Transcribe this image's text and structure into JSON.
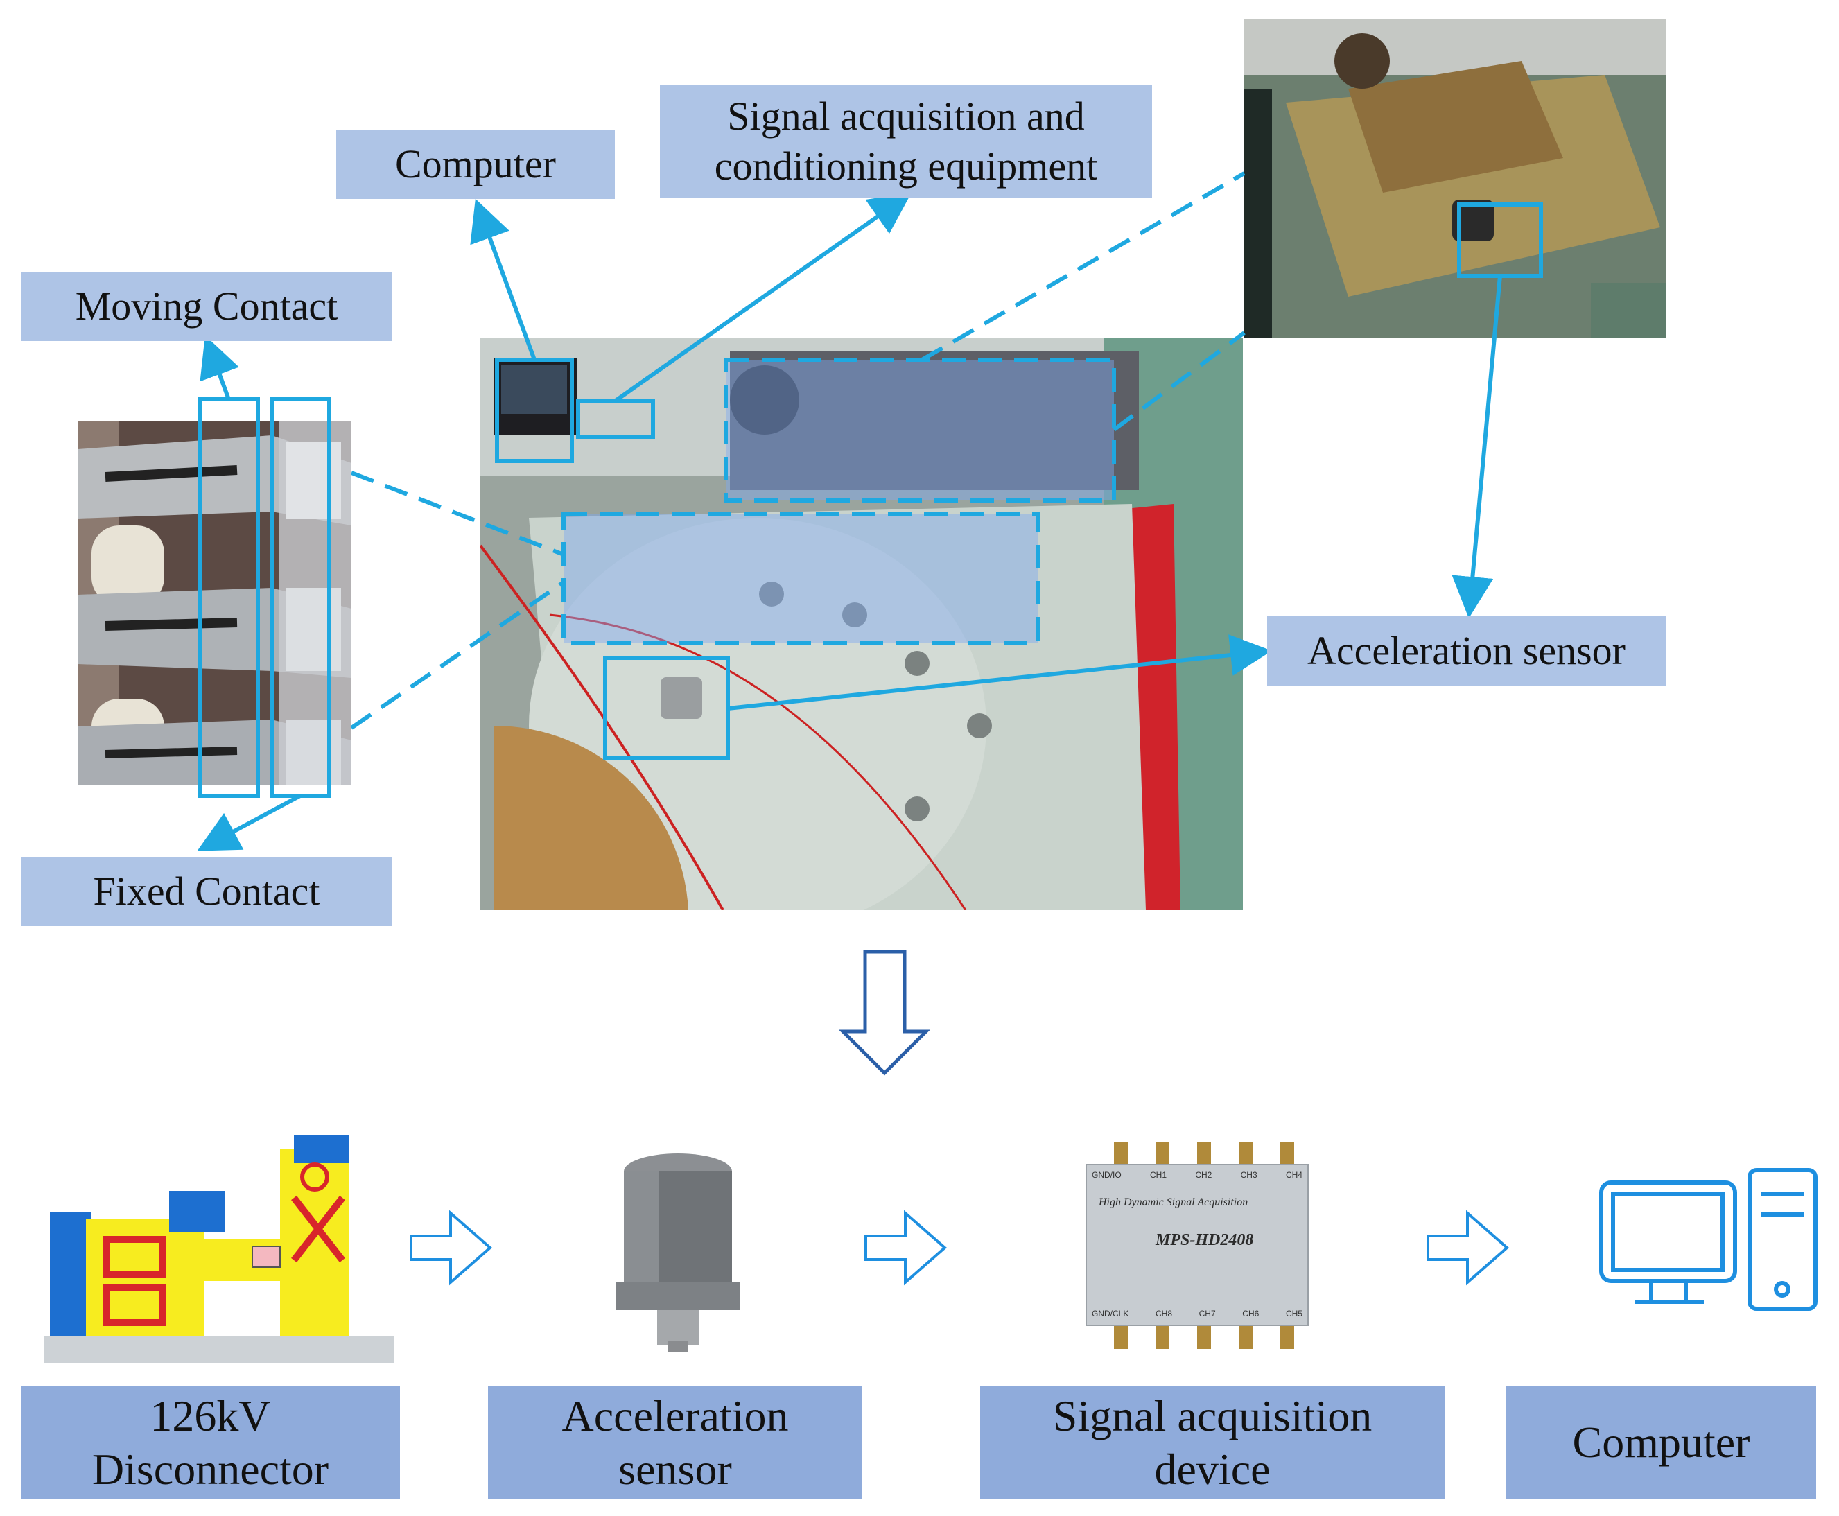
{
  "top_labels": {
    "computer": "Computer",
    "signal_equipment": "Signal acquisition and\nconditioning equipment",
    "moving_contact": "Moving Contact",
    "fixed_contact": "Fixed Contact",
    "acceleration_sensor": "Acceleration sensor"
  },
  "device_labels": {
    "high_dynamic": "High Dynamic Signal Acquisition",
    "model": "MPS-HD2408",
    "ch_top": [
      "GND/IO",
      "CH1",
      "CH2",
      "CH3",
      "CH4"
    ],
    "ch_bottom": [
      "GND/CLK",
      "CH8",
      "CH7",
      "CH6",
      "CH5"
    ]
  },
  "flow": [
    {
      "label": "126kV\nDisconnector"
    },
    {
      "label": "Acceleration\nsensor"
    },
    {
      "label": "Signal acquisition\ndevice"
    },
    {
      "label": "Computer"
    }
  ],
  "colors": {
    "accent_line": "#1fa8e0",
    "label_bg": "#aec4e6",
    "flow_label_bg": "#8fabdb",
    "arrow_outline": "#2b5fa8"
  }
}
